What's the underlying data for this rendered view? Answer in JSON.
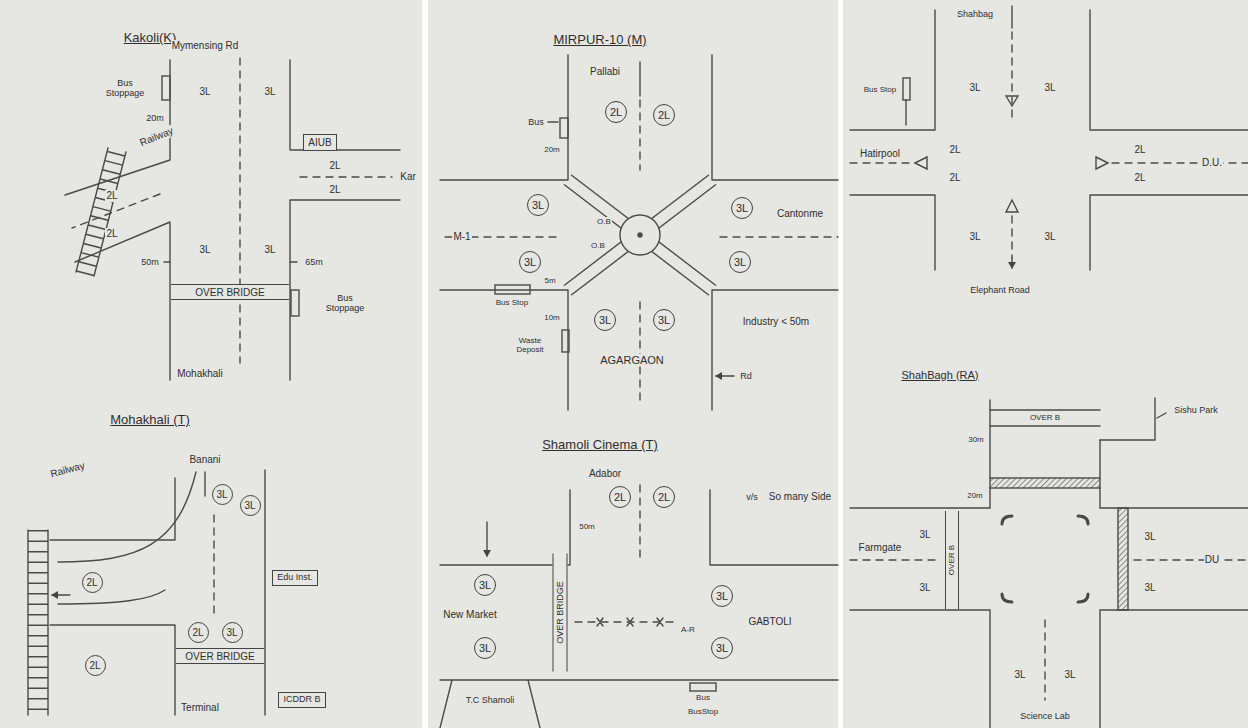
{
  "diagram": {
    "nodes": [
      {
        "text": [
          "AIUB"
        ]
      },
      {
        "text": [
          "OVER BRIDGE"
        ]
      },
      {
        "text": [
          "3L"
        ]
      },
      {
        "text": [
          "3L"
        ]
      },
      {
        "text": [
          "2L"
        ]
      },
      {
        "text": [
          "2L"
        ]
      },
      {
        "text": [
          "Edu Inst."
        ]
      },
      {
        "text": [
          "2L"
        ]
      },
      {
        "text": [
          "3L"
        ]
      },
      {
        "text": [
          "OVER BRIDGE"
        ]
      },
      {
        "text": [
          "ICDDR B"
        ]
      },
      {
        "text": [
          "2L"
        ]
      },
      {
        "text": [
          "2L"
        ]
      },
      {
        "text": [
          "3L"
        ]
      },
      {
        "text": [
          "3L"
        ]
      },
      {
        "text": [
          "3L"
        ]
      },
      {
        "text": [
          "3L"
        ]
      },
      {
        "text": [
          "3L"
        ]
      },
      {
        "text": [
          "3L"
        ]
      },
      {
        "text": [
          "2L"
        ]
      },
      {
        "text": [
          "2L"
        ]
      },
      {
        "text": [
          "3L"
        ]
      },
      {
        "text": [
          "3L"
        ]
      },
      {
        "text": [
          "3L"
        ]
      },
      {
        "text": [
          "3L"
        ]
      },
      {
        "text": [
          "OVER BRIDGE"
        ]
      },
      {
        "text": [
          "OVER B"
        ]
      }
    ],
    "labels": [
      "Kakoli(K)",
      "Mymensing Rd",
      "Bus Stoppage",
      "3L",
      "3L",
      "20m",
      "Railway",
      "2L",
      "2L",
      "2L",
      "2L",
      "Kar",
      "3L",
      "3L",
      "50m",
      "65m",
      "Bus Stoppage",
      "Mohakhali",
      "Mohakhali (T)",
      "Banani",
      "Railway",
      "Terminal",
      "MIRPUR-10 (M)",
      "Pallabi",
      "Bus",
      "20m",
      "M-1",
      "Cantonme",
      "O.B",
      "O.B",
      "Bus Stop",
      "5m",
      "10m",
      "Waste Deposit",
      "AGARGAON",
      "Industry < 50m",
      "Rd",
      "Shamoli Cinema (T)",
      "Adabor",
      "v/s",
      "So many Side",
      "50m",
      "New Market",
      "GABTOLI",
      "A-R",
      "T.C Shamoli",
      "Bus",
      "BusStop",
      "Shahbag",
      "Bus Stop",
      "3L",
      "3L",
      "Hatirpool",
      "2L",
      "2L",
      "2L",
      "2L",
      "D.U.",
      "3L",
      "3L",
      "Elephant Road",
      "ShahBagh (RA)",
      "Sishu Park",
      "OVER B",
      "30m",
      "20m",
      "Farmgate",
      "3L",
      "3L",
      "3L",
      "DU",
      "3L",
      "3L",
      "3L",
      "Science Lab"
    ]
  }
}
